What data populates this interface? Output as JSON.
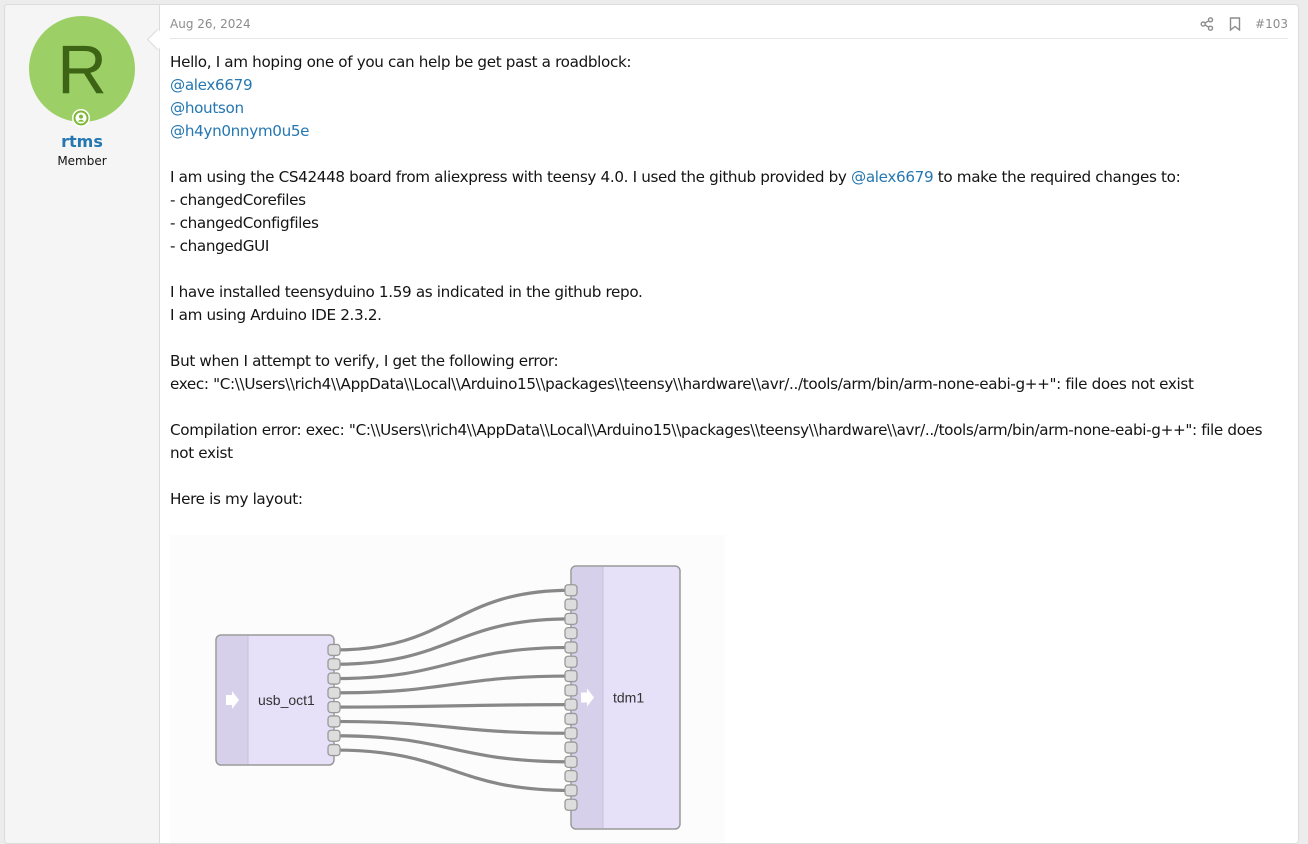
{
  "user": {
    "avatar_letter": "R",
    "username": "rtms",
    "title": "Member",
    "online": true,
    "avatar_color": "#9dcf67"
  },
  "post": {
    "date": "Aug 26, 2024",
    "number": "#103",
    "actions": [
      {
        "name": "share",
        "icon": "share-icon"
      },
      {
        "name": "bookmark",
        "icon": "bookmark-icon"
      }
    ],
    "content": {
      "intro": "Hello, I am hoping one of you can help be get past a roadblock:",
      "mentions": [
        "@alex6679",
        "@houtson",
        "@h4yn0nnym0u5e"
      ],
      "para2_before": "I am using the CS42448 board from aliexpress with teensy 4.0. I used the github provided by ",
      "para2_mention": "@alex6679",
      "para2_after": " to make the required changes to:",
      "list": [
        "- changedCorefiles",
        "- changedConfigfiles",
        "- changedGUI"
      ],
      "line_teensyduino": "I have installed teensyduino 1.59 as indicated in the github repo.",
      "line_ide": "I am using Arduino IDE 2.3.2.",
      "line_verify": "But when I attempt to verify, I get the following error:",
      "error1": "exec: \"C:\\\\Users\\\\rich4\\\\AppData\\\\Local\\\\Arduino15\\\\packages\\\\teensy\\\\hardware\\\\avr/../tools/arm/bin/arm-none-eabi-g++\": file does not exist",
      "error2": "Compilation error: exec: \"C:\\\\Users\\\\rich4\\\\AppData\\\\Local\\\\Arduino15\\\\packages\\\\teensy\\\\hardware\\\\avr/../tools/arm/bin/arm-none-eabi-g++\": file does not exist",
      "layout_label": "Here is my layout:"
    },
    "diagram": {
      "nodes": [
        {
          "id": "usb_oct1",
          "label": "usb_oct1",
          "inputs": 0,
          "outputs": 8
        },
        {
          "id": "tdm1",
          "label": "tdm1",
          "inputs": 16,
          "outputs": 0
        }
      ],
      "connections": [
        {
          "from": "usb_oct1",
          "out": 0,
          "to": "tdm1",
          "in": 0
        },
        {
          "from": "usb_oct1",
          "out": 1,
          "to": "tdm1",
          "in": 2
        },
        {
          "from": "usb_oct1",
          "out": 2,
          "to": "tdm1",
          "in": 4
        },
        {
          "from": "usb_oct1",
          "out": 3,
          "to": "tdm1",
          "in": 6
        },
        {
          "from": "usb_oct1",
          "out": 4,
          "to": "tdm1",
          "in": 8
        },
        {
          "from": "usb_oct1",
          "out": 5,
          "to": "tdm1",
          "in": 10
        },
        {
          "from": "usb_oct1",
          "out": 6,
          "to": "tdm1",
          "in": 12
        },
        {
          "from": "usb_oct1",
          "out": 7,
          "to": "tdm1",
          "in": 14
        }
      ],
      "colors": {
        "node_fill": "#e6e0f8",
        "node_strip": "#d7d0ea",
        "node_border": "#999999",
        "wire": "#888888",
        "port_fill": "#dddddd"
      }
    }
  }
}
